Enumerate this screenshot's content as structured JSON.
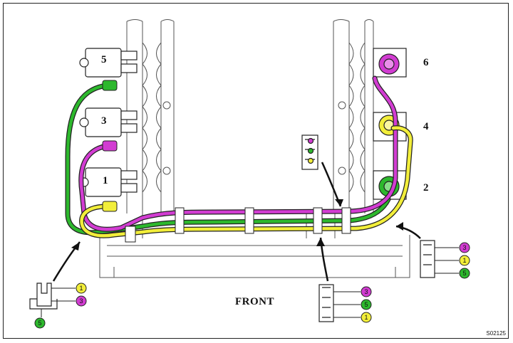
{
  "coil_labels": [
    "5",
    "3",
    "1",
    "6",
    "4",
    "2"
  ],
  "front_label": "FRONT",
  "figure_code": "S02125",
  "clamp_a_badges": [
    "1",
    "3",
    "5"
  ],
  "clamp_b_badges": [
    "3",
    "5",
    "1"
  ],
  "clamp_c_badges": [
    "3",
    "1",
    "5"
  ],
  "colors": {
    "green": "#2db82d",
    "magenta": "#d23cd2",
    "yellow": "#f2ee3a",
    "outline": "#222222"
  }
}
